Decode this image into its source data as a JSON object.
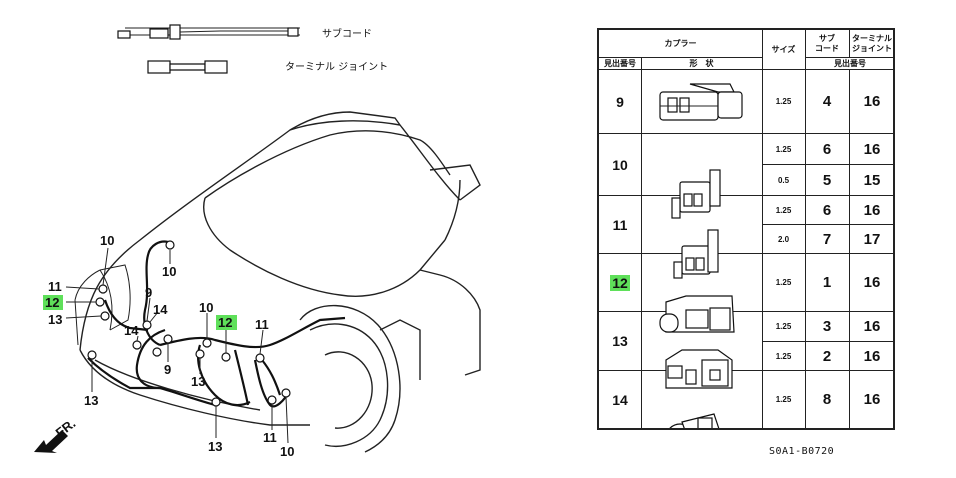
{
  "legend": {
    "sub_cord": "サブコード",
    "terminal_joint": "ターミナル ジョイント"
  },
  "callouts": {
    "c10_top": "10",
    "c10_hood": "10",
    "c11_left": "11",
    "c12_left": "12",
    "c13_left": "13",
    "c9": "9",
    "c14_top": "14",
    "c14_left": "14",
    "c10_mid": "10",
    "c12_mid": "12",
    "c11_right": "11",
    "c9_low": "9",
    "c13_mid": "13",
    "c13_bottom_left": "13",
    "c13_bottom": "13",
    "c11_bottom": "11",
    "c10_bottom": "10"
  },
  "direction_label": "FR.",
  "table": {
    "header": {
      "coupler": "カプラー",
      "size": "サイズ",
      "sub_cord": "サブ\nコード",
      "terminal_joint": "ターミナル\nジョイント",
      "ref_no": "見出番号",
      "shape": "形　状",
      "ref_no2": "見出番号"
    },
    "rows": [
      {
        "ref": "9",
        "subs": [
          {
            "size": "1.25",
            "sub": "4",
            "tj": "16"
          }
        ]
      },
      {
        "ref": "10",
        "subs": [
          {
            "size": "1.25",
            "sub": "6",
            "tj": "16"
          },
          {
            "size": "0.5",
            "sub": "5",
            "tj": "15"
          }
        ]
      },
      {
        "ref": "11",
        "subs": [
          {
            "size": "1.25",
            "sub": "6",
            "tj": "16"
          },
          {
            "size": "2.0",
            "sub": "7",
            "tj": "17"
          }
        ]
      },
      {
        "ref": "12",
        "subs": [
          {
            "size": "1.25",
            "sub": "1",
            "tj": "16"
          }
        ],
        "highlighted": true
      },
      {
        "ref": "13",
        "subs": [
          {
            "size": "1.25",
            "sub": "3",
            "tj": "16"
          },
          {
            "size": "1.25",
            "sub": "2",
            "tj": "16"
          }
        ]
      },
      {
        "ref": "14",
        "subs": [
          {
            "size": "1.25",
            "sub": "8",
            "tj": "16"
          }
        ]
      }
    ]
  },
  "part_code": "S0A1-B0720",
  "highlight_color": "#5fe05a"
}
